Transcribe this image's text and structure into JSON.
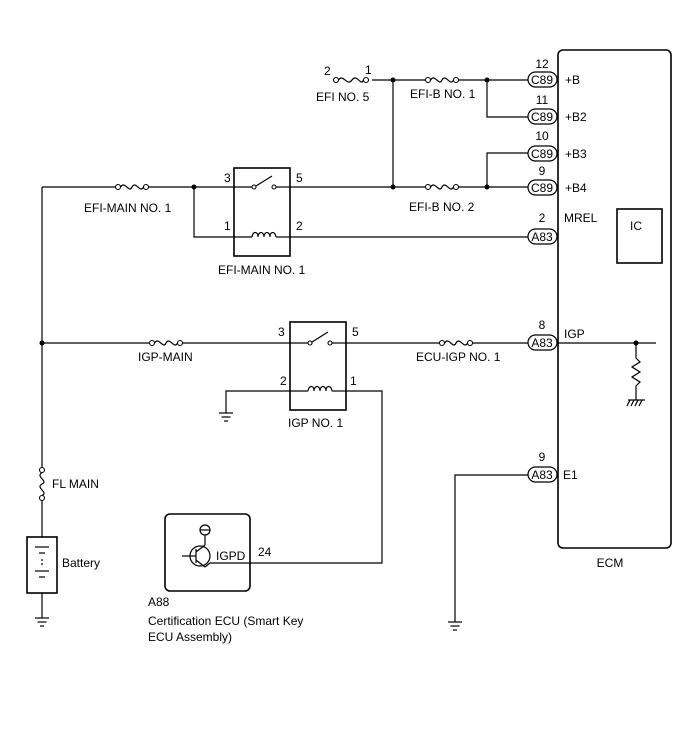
{
  "ecm": {
    "label": "ECM",
    "ic_label": "IC"
  },
  "ecm_pins": [
    {
      "pin": "12",
      "connector": "C89",
      "signal": "+B"
    },
    {
      "pin": "11",
      "connector": "C89",
      "signal": "+B2"
    },
    {
      "pin": "10",
      "connector": "C89",
      "signal": "+B3"
    },
    {
      "pin": "9",
      "connector": "C89",
      "signal": "+B4"
    },
    {
      "pin": "2",
      "connector": "A83",
      "signal": "MREL"
    },
    {
      "pin": "8",
      "connector": "A83",
      "signal": "IGP"
    },
    {
      "pin": "9",
      "connector": "A83",
      "signal": "E1"
    }
  ],
  "fuses": {
    "efi_no5": {
      "label": "EFI NO. 5",
      "pin_left": "2",
      "pin_right": "1"
    },
    "efi_b_no1": {
      "label": "EFI-B NO. 1"
    },
    "efi_b_no2": {
      "label": "EFI-B NO. 2"
    },
    "efi_main_fuse": {
      "label": "EFI-MAIN NO. 1"
    },
    "igp_main": {
      "label": "IGP-MAIN"
    },
    "ecu_igp_no1": {
      "label": "ECU-IGP NO. 1"
    },
    "fl_main": {
      "label": "FL MAIN"
    }
  },
  "relays": {
    "efi_main": {
      "label": "EFI-MAIN NO. 1",
      "pin_tl": "3",
      "pin_tr": "5",
      "pin_bl": "1",
      "pin_br": "2"
    },
    "igp_no1": {
      "label": "IGP NO. 1",
      "pin_tl": "3",
      "pin_tr": "5",
      "pin_bl": "2",
      "pin_br": "1"
    }
  },
  "battery": {
    "label": "Battery"
  },
  "cert_ecu": {
    "connector_code": "A88",
    "name_line1": "Certification ECU (Smart Key",
    "name_line2": "ECU Assembly)",
    "terminal": "IGPD",
    "pin": "24"
  }
}
